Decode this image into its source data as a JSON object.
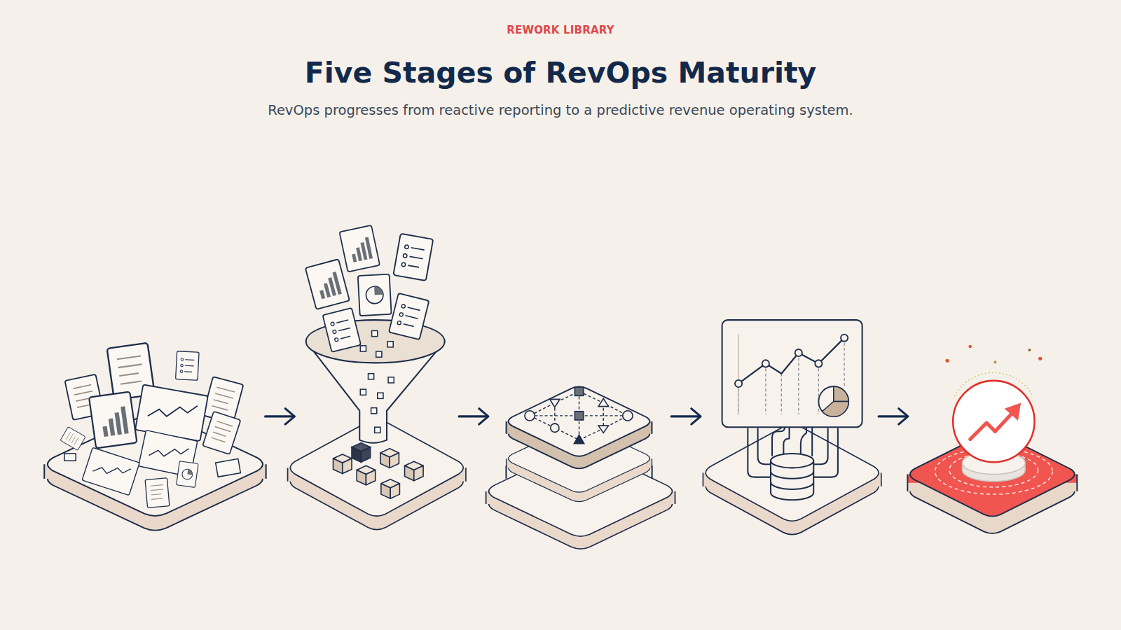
{
  "diagram": {
    "title": "Five Stages of RevOps Maturity",
    "caption": "RevOps progresses from reactive reporting to a predictive revenue operating system.",
    "labels": [
      "REWORK LIBRARY"
    ]
  }
}
